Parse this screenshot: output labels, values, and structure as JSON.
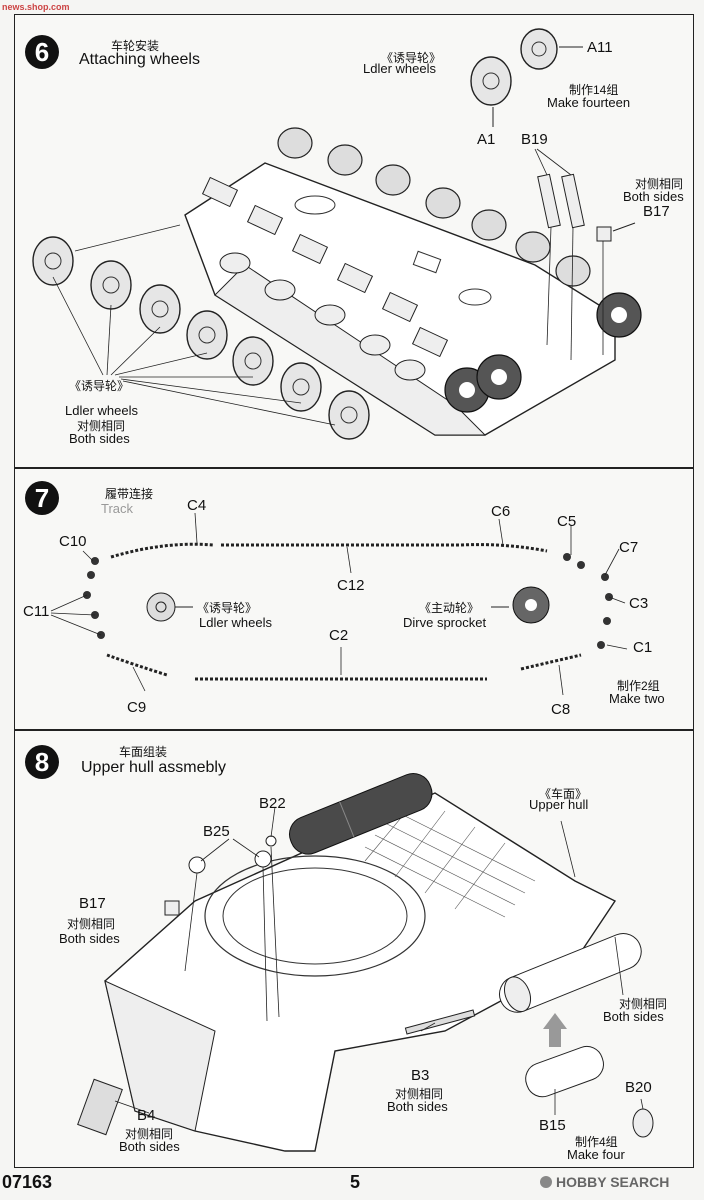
{
  "watermark_top": "news.shop.com",
  "step6": {
    "number": "6",
    "title_cn": "车轮安装",
    "title_en": "Attaching wheels",
    "idler_top_cn": "《诱导轮》",
    "idler_top_en": "Ldler wheels",
    "part_a11": "A11",
    "part_a1": "A1",
    "make_cn": "制作14组",
    "make_en": "Make fourteen",
    "part_b19": "B19",
    "both_sides_cn": "对侧相同",
    "both_sides_en": "Both sides",
    "part_b17": "B17",
    "idler_left_cn": "《诱导轮》",
    "idler_left_en": "Ldler wheels",
    "left_both_cn": "对侧相同",
    "left_both_en": "Both sides"
  },
  "step7": {
    "number": "7",
    "title_cn": "履带连接",
    "title_en": "Track",
    "c4": "C4",
    "c6": "C6",
    "c5": "C5",
    "c7": "C7",
    "c10": "C10",
    "c12": "C12",
    "c11": "C11",
    "c3": "C3",
    "c2": "C2",
    "c1": "C1",
    "c9": "C9",
    "c8": "C8",
    "idler_cn": "《诱导轮》",
    "idler_en": "Ldler wheels",
    "sprocket_cn": "《主动轮》",
    "sprocket_en": "Dirve sprocket",
    "make_cn": "制作2组",
    "make_en": "Make two"
  },
  "step8": {
    "number": "8",
    "title_cn": "车面组装",
    "title_en": "Upper hull assmebly",
    "b22": "B22",
    "b25": "B25",
    "b17": "B17",
    "b17_cn": "对侧相同",
    "b17_en": "Both sides",
    "upper_cn": "《车面》",
    "upper_en": "Upper hull",
    "right_cn": "对侧相同",
    "right_en": "Both sides",
    "b3": "B3",
    "b3_cn": "对侧相同",
    "b3_en": "Both sides",
    "b20": "B20",
    "b15": "B15",
    "b4": "B4",
    "b4_cn": "对侧相同",
    "b4_en": "Both sides",
    "make_cn": "制作4组",
    "make_en": "Make four"
  },
  "footer": {
    "code": "07163",
    "page": "5",
    "brand": "HOBBY SEARCH"
  }
}
